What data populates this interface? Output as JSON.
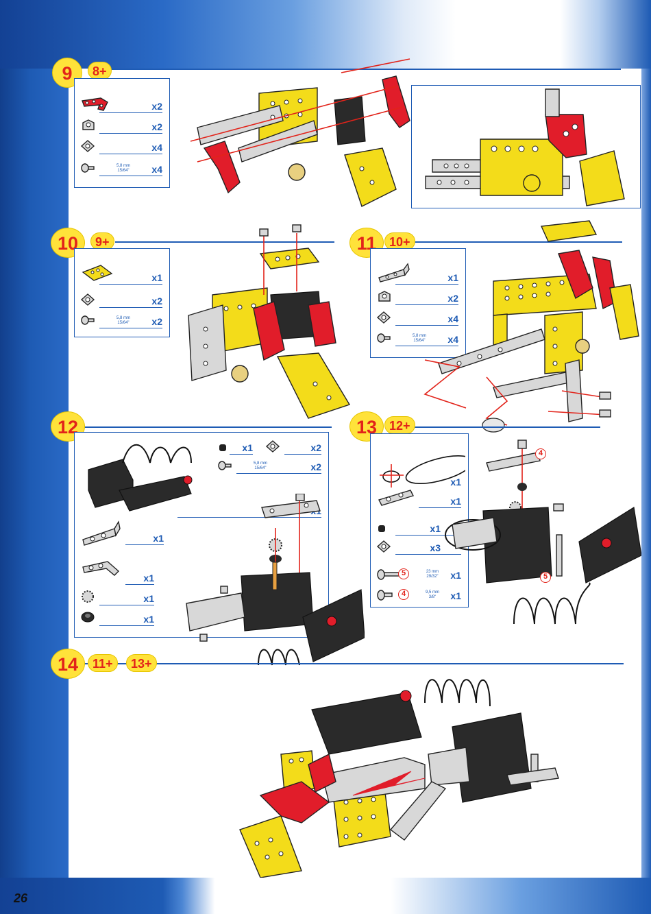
{
  "page": {
    "number": "26"
  },
  "steps": [
    {
      "id": "9",
      "number": "9",
      "previous": [
        "8+"
      ],
      "parts": [
        {
          "icon": "red-angled-plate-icon",
          "qty": "x2"
        },
        {
          "icon": "angle-bracket-icon",
          "qty": "x2"
        },
        {
          "icon": "nut-icon",
          "qty": "x4"
        },
        {
          "icon": "screw-icon",
          "qty": "x4",
          "measure": "5,8 mm",
          "measure_inch": "15/64\""
        }
      ]
    },
    {
      "id": "10",
      "number": "10",
      "previous": [
        "9+"
      ],
      "parts": [
        {
          "icon": "yellow-plate-icon",
          "qty": "x1"
        },
        {
          "icon": "nut-icon",
          "qty": "x2"
        },
        {
          "icon": "screw-icon",
          "qty": "x2",
          "measure": "5,8 mm",
          "measure_inch": "15/64\""
        }
      ]
    },
    {
      "id": "11",
      "number": "11",
      "previous": [
        "10+"
      ],
      "parts": [
        {
          "icon": "angle-strip-icon",
          "qty": "x1"
        },
        {
          "icon": "angle-bracket-icon",
          "qty": "x2"
        },
        {
          "icon": "nut-icon",
          "qty": "x4"
        },
        {
          "icon": "screw-icon",
          "qty": "x4",
          "measure": "5,8 mm",
          "measure_inch": "15/64\""
        }
      ]
    },
    {
      "id": "12",
      "number": "12",
      "previous": [],
      "parts": [
        {
          "icon": "motor-battery-icon",
          "qty": "x1"
        },
        {
          "icon": "angle-strip-icon",
          "qty": "x1"
        },
        {
          "icon": "bent-strip-icon",
          "qty": "x1"
        },
        {
          "icon": "gear-icon",
          "qty": "x1"
        },
        {
          "icon": "pulley-icon",
          "qty": "x1"
        },
        {
          "icon": "collar-icon",
          "qty": "x1"
        },
        {
          "icon": "nut-icon",
          "qty": "x2"
        },
        {
          "icon": "screw-icon",
          "qty": "x2",
          "measure": "5,8 mm",
          "measure_inch": "15/64\""
        }
      ]
    },
    {
      "id": "13",
      "number": "13",
      "previous": [
        "12+"
      ],
      "parts": [
        {
          "icon": "rubber-band-icon",
          "qty": "x1"
        },
        {
          "icon": "bent-strip-icon",
          "qty": "x1"
        },
        {
          "icon": "collar-icon",
          "qty": "x1"
        },
        {
          "icon": "nut-icon",
          "qty": "x3"
        },
        {
          "icon": "screw-icon",
          "qty": "x1",
          "ref": "5",
          "measure": "23 mm",
          "measure_inch": "29/32\""
        },
        {
          "icon": "screw-icon",
          "qty": "x1",
          "ref": "4",
          "measure": "9,5 mm",
          "measure_inch": "3/8\""
        }
      ],
      "callouts": [
        "4",
        "5"
      ]
    },
    {
      "id": "14",
      "number": "14",
      "previous": [
        "11+",
        "13+"
      ],
      "parts": []
    }
  ]
}
